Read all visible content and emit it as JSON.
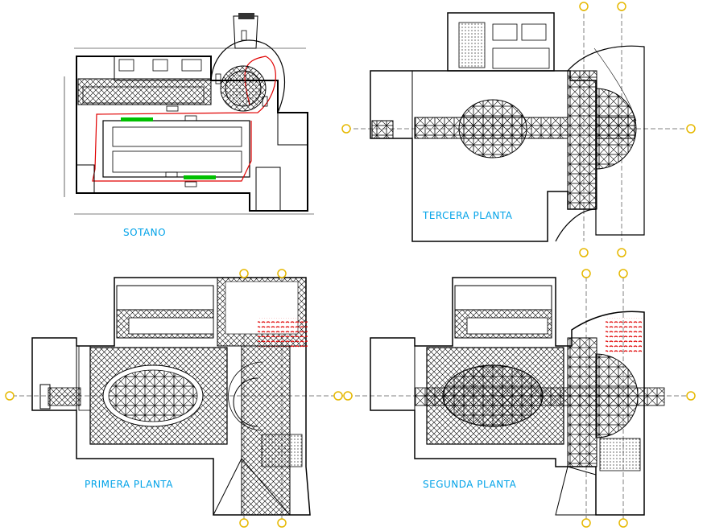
{
  "sheet": {
    "plans": [
      {
        "id": "sotano",
        "title": "SOTANO"
      },
      {
        "id": "tercera",
        "title": "TERCERA PLANTA"
      },
      {
        "id": "primera",
        "title": "PRIMERA PLANTA"
      },
      {
        "id": "segunda",
        "title": "SEGUNDA PLANTA"
      }
    ]
  },
  "colors": {
    "linework": "#000000",
    "title": "#00a2e8",
    "ramp_path": "#e00000",
    "parking_fill": "#00c000",
    "axis_marker": "#e6b800",
    "seating": "#e00000"
  }
}
